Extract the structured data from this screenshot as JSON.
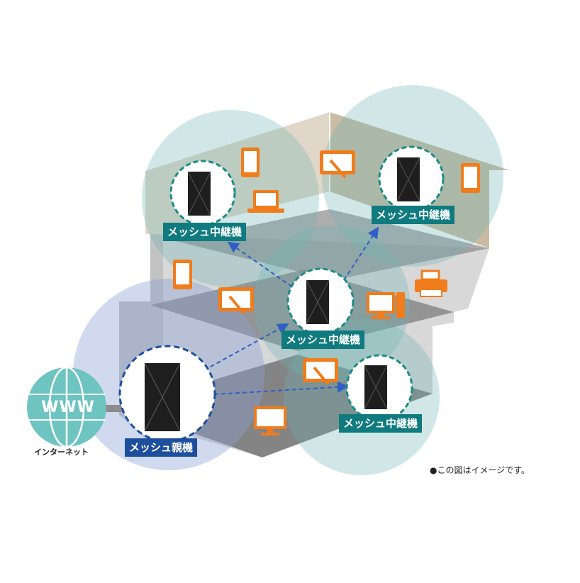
{
  "labels": {
    "relay_top_left": "メッシュ中継機",
    "relay_top_right": "メッシュ中継機",
    "relay_center": "メッシュ中継機",
    "relay_bottom": "メッシュ中継機",
    "parent": "メッシュ親機",
    "internet": "インターネット",
    "www": "WWW"
  },
  "note": "●この図はイメージです。",
  "icons": [
    "globe-icon",
    "router-icon",
    "tablet-icon",
    "laptop-icon",
    "pen-tablet-icon",
    "printer-icon",
    "desktop-icon",
    "monitor-icon"
  ],
  "colors": {
    "relay_label": "#0f7b7e",
    "parent_label": "#1d4f9c",
    "device_icon": "#f07c1b",
    "coverage_teal": "#6fb3b3",
    "coverage_blue": "#8d9fd6",
    "link_arrow": "#2f5fc4",
    "globe": "#6ec4c0"
  }
}
